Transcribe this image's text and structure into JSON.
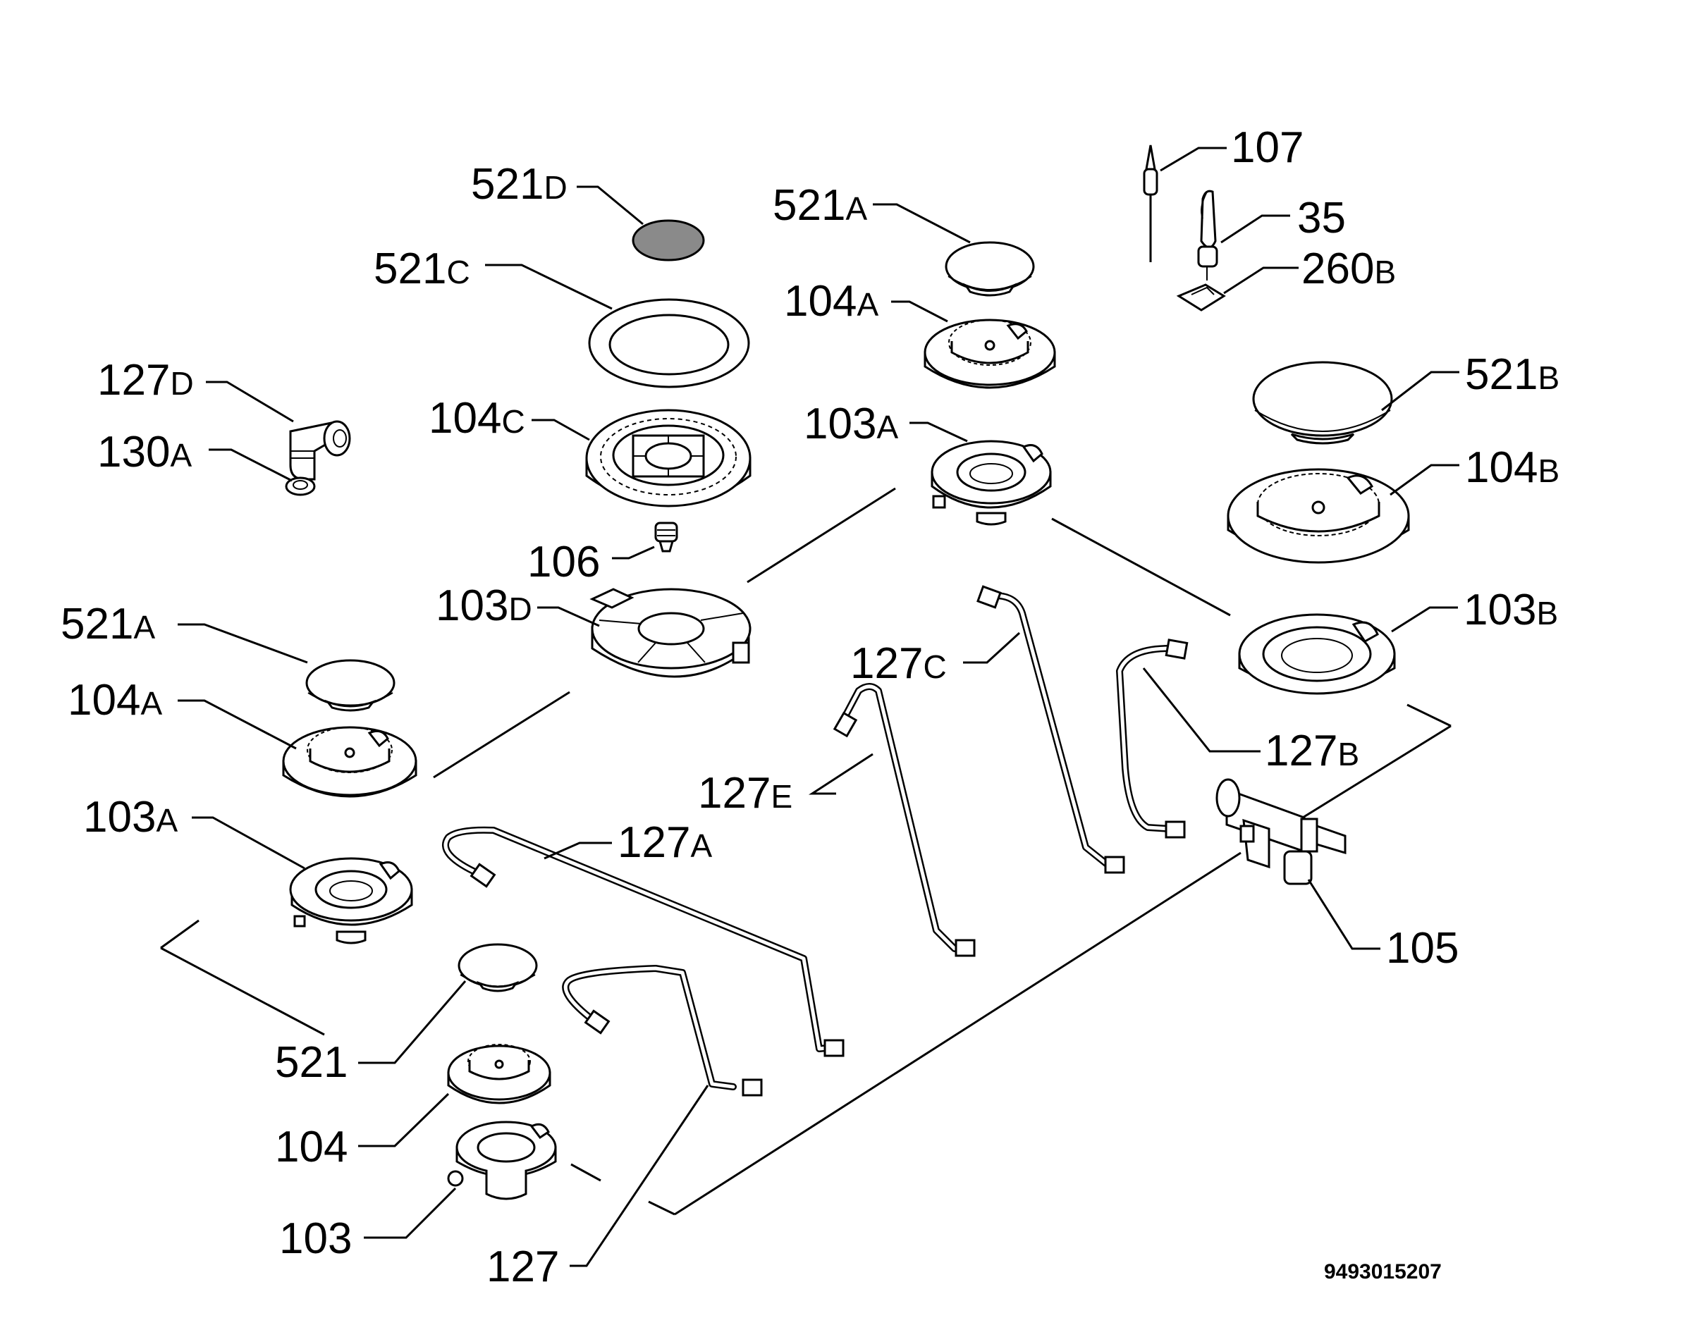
{
  "labels": [
    {
      "num": "521",
      "suffix": "D"
    },
    {
      "num": "521",
      "suffix": "C"
    },
    {
      "num": "127",
      "suffix": "D"
    },
    {
      "num": "130",
      "suffix": "A"
    },
    {
      "num": "104",
      "suffix": "C"
    },
    {
      "num": "106",
      "suffix": ""
    },
    {
      "num": "103",
      "suffix": "D"
    },
    {
      "num": "521",
      "suffix": "A"
    },
    {
      "num": "104",
      "suffix": "A"
    },
    {
      "num": "103",
      "suffix": "A"
    },
    {
      "num": "521",
      "suffix": "A"
    },
    {
      "num": "104",
      "suffix": "A"
    },
    {
      "num": "103",
      "suffix": "A"
    },
    {
      "num": "107",
      "suffix": ""
    },
    {
      "num": "35",
      "suffix": ""
    },
    {
      "num": "260",
      "suffix": "B"
    },
    {
      "num": "521",
      "suffix": "B"
    },
    {
      "num": "104",
      "suffix": "B"
    },
    {
      "num": "103",
      "suffix": "B"
    },
    {
      "num": "127",
      "suffix": "C"
    },
    {
      "num": "127",
      "suffix": "B"
    },
    {
      "num": "127",
      "suffix": "E"
    },
    {
      "num": "127",
      "suffix": "A"
    },
    {
      "num": "105",
      "suffix": ""
    },
    {
      "num": "521",
      "suffix": ""
    },
    {
      "num": "104",
      "suffix": ""
    },
    {
      "num": "103",
      "suffix": ""
    },
    {
      "num": "127",
      "suffix": ""
    }
  ],
  "drawing_code": "9493015207"
}
